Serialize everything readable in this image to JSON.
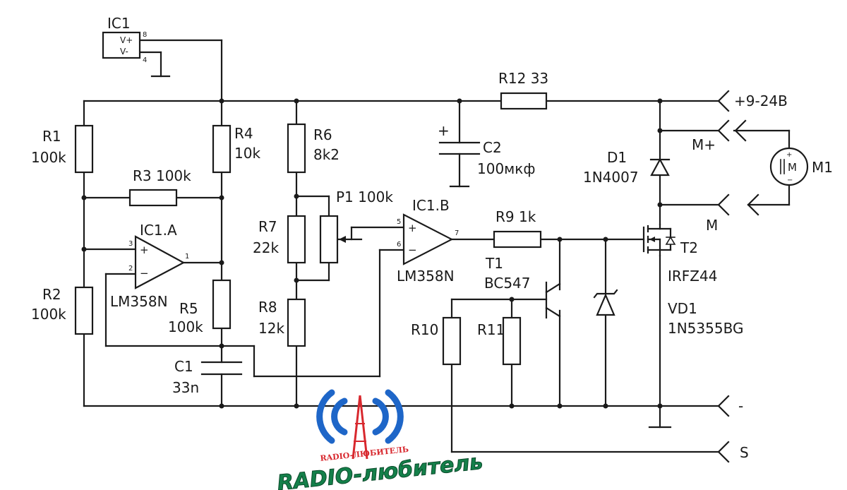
{
  "labels": {
    "ic1": "IC1",
    "vplus": "V+",
    "vminus": "V-",
    "pin8": "8",
    "pin4": "4",
    "r1_name": "R1",
    "r1_val": "100k",
    "r2_name": "R2",
    "r2_val": "100k",
    "r3": "R3 100k",
    "r4_name": "R4",
    "r4_val": "10k",
    "r5_name": "R5",
    "r5_val": "100k",
    "c1_name": "C1",
    "c1_val": "33n",
    "ic1a": "IC1.A",
    "ic1a_part": "LM358N",
    "r6_name": "R6",
    "r6_val": "8k2",
    "r7_name": "R7",
    "r7_val": "22k",
    "r8_name": "R8",
    "r8_val": "12k",
    "p1": "P1 100k",
    "ic1b": "IC1.B",
    "ic1b_part": "LM358N",
    "r9": "R9 1k",
    "r12": "R12 33",
    "c2_name": "C2",
    "c2_val": "100мкф",
    "t1_name": "T1",
    "t1_part": "BC547",
    "r10": "R10",
    "r11": "R11",
    "d1_name": "D1",
    "d1_part": "1N4007",
    "t2_name": "T2",
    "t2_part": "IRFZ44",
    "vd1_name": "VD1",
    "vd1_part": "1N5355BG",
    "m1": "M1",
    "m": "M",
    "term_supply": "+9-24В",
    "term_mplus": "M+",
    "term_m": "M",
    "term_minus": "-",
    "term_s": "S",
    "plus": "+",
    "minus": "−",
    "pin1": "1",
    "pin2": "2",
    "pin3": "3",
    "pin5": "5",
    "pin6": "6",
    "pin7": "7"
  },
  "logo": {
    "text": "RADIO-любитель",
    "small_text": "RADIO-ЛЮБИТЕЛЬ"
  },
  "colors": {
    "ink": "#1a1a1a",
    "logo_blue": "#1e66c8",
    "logo_green": "#14804a",
    "logo_red": "#d8282e"
  }
}
